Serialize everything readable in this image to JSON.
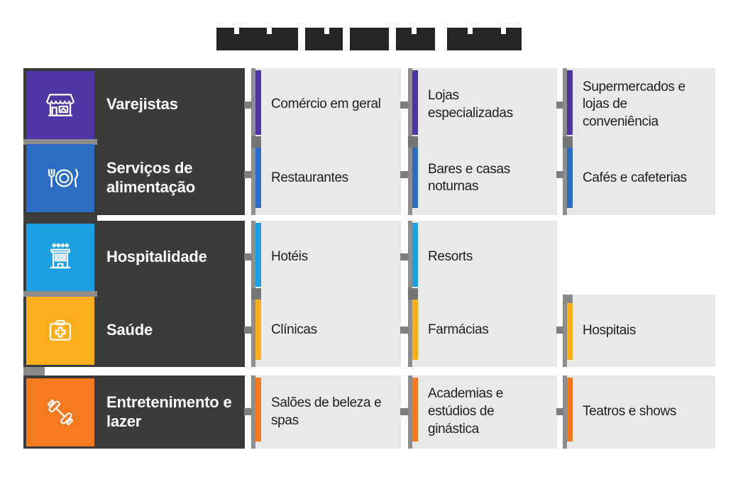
{
  "title": {
    "obscured": true,
    "block_color": "#262626",
    "blocks": [
      {
        "w": 115,
        "gap": 10,
        "notches": [
          0.22,
          0.62
        ]
      },
      {
        "w": 53,
        "gap": 10,
        "notches": [
          0.5
        ]
      },
      {
        "w": 55,
        "gap": 10,
        "notches": []
      },
      {
        "w": 55,
        "gap": 17,
        "notches": [
          0.4
        ]
      },
      {
        "w": 105,
        "gap": 0,
        "notches": [
          0.28,
          0.72
        ]
      }
    ]
  },
  "colors": {
    "panel": "#3B3B3B",
    "box": "#E9E9E9",
    "rail": "#8E8E8E",
    "connector": "#7E7E7E",
    "label_text": "#FFFFFF",
    "box_text": "#1F1F1F"
  },
  "categories": [
    {
      "label": "Varejistas",
      "color": "#4D35A3",
      "icon": "storefront-icon",
      "examples": [
        "Comércio em geral",
        "Lojas especializadas",
        "Supermercados e lojas de conveniência"
      ]
    },
    {
      "label": "Serviços de alimentação",
      "color": "#2D6CC3",
      "icon": "food-service-icon",
      "examples": [
        "Restaurantes",
        "Bares e casas noturnas",
        "Cafés e cafeterias"
      ]
    },
    {
      "label": "Hospitalidade",
      "color": "#1CA0E3",
      "icon": "hotel-icon",
      "examples": [
        "Hotéis",
        "Resorts"
      ]
    },
    {
      "label": "Saúde",
      "color": "#FBAE1C",
      "icon": "first-aid-icon",
      "examples": [
        "Clínicas",
        "Farmácias",
        "Hospitais"
      ]
    },
    {
      "label": "Entretenimento e lazer",
      "color": "#F4791F",
      "icon": "dumbbell-icon",
      "examples": [
        "Salões de beleza e spas",
        "Academias e estúdios de ginástica",
        "Teatros e shows"
      ]
    }
  ]
}
